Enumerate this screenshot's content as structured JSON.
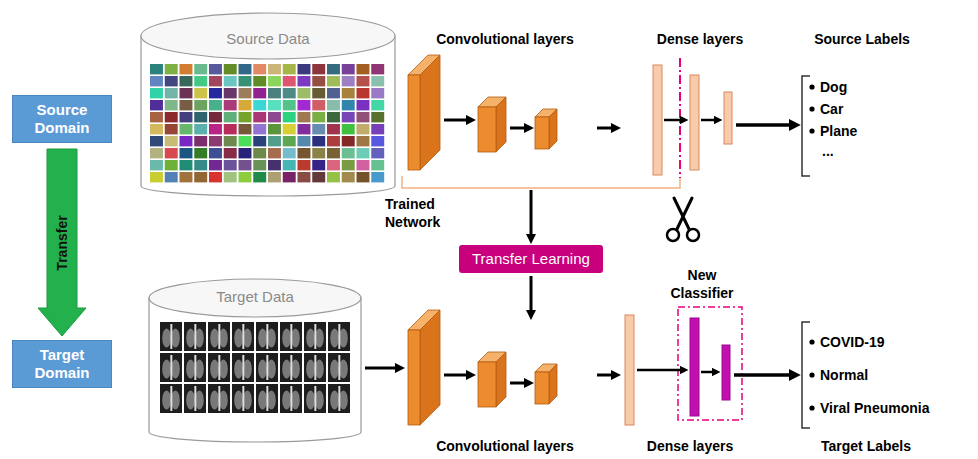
{
  "diagram": {
    "nodes": [
      {
        "text": [
          "Source Domain"
        ]
      },
      {
        "text": [
          "Target Domain"
        ]
      },
      {
        "text": [
          "Source Data"
        ]
      },
      {
        "text": [
          "Target Data"
        ]
      },
      {
        "text": [
          "Transfer Learning"
        ]
      }
    ],
    "edges": [
      {
        "from": 0,
        "to": 1,
        "label": "Transfer",
        "arrow": "to"
      }
    ],
    "labels": [
      "Convolutional layers",
      "Dense layers",
      "Source Labels",
      "Dog",
      "Car",
      "Plane",
      "...",
      "Trained Network",
      "New Classifier",
      "COVID-19",
      "Normal",
      "Viral Pneumonia",
      "Convolutional layers",
      "Dense layers",
      "Target Labels"
    ]
  }
}
